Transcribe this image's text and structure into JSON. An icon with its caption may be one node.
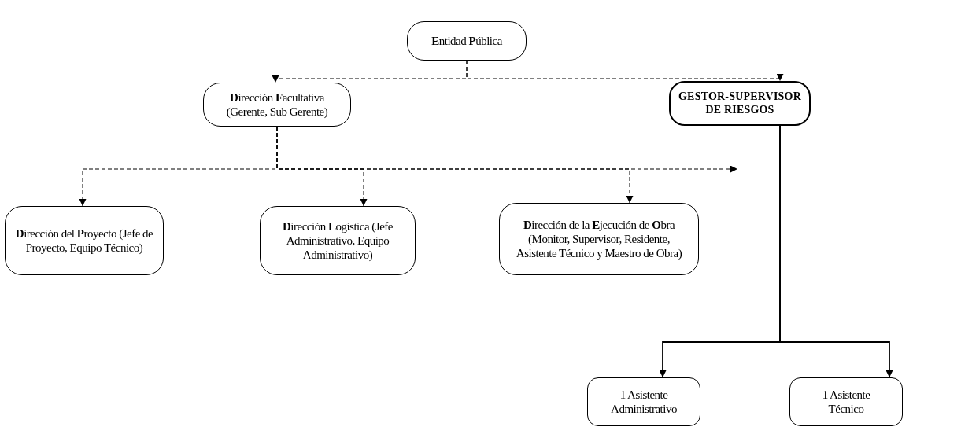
{
  "diagram": {
    "nodes": [
      {
        "text": [
          "**E**ntidad **P**ública"
        ]
      },
      {
        "text": [
          "**D**irección **F**acultativa (Gerente, Sub Gerente)"
        ]
      },
      {
        "text": [
          "GESTOR-SUPERVISOR DE RIESGOS"
        ]
      },
      {
        "text": [
          "**D**irección del **P**royecto (Jefe de Proyecto, Equipo Técnico)"
        ]
      },
      {
        "text": [
          "**D**irección **L**ogistica (Jefe Administrativo, Equipo Administrativo)"
        ]
      },
      {
        "text": [
          "**D**irección de la **E**jecución de **O**bra (Monitor, Supervisor, Residente, Asistente Técnico y Maestro de Obra)"
        ]
      },
      {
        "text": [
          "1 Asistente Administrativo"
        ]
      },
      {
        "text": [
          "1 Asistente Técnico"
        ]
      }
    ],
    "edges": [
      {
        "from": 0,
        "to": 1,
        "arrow": "to",
        "style": "dashed"
      },
      {
        "from": 0,
        "to": 2,
        "arrow": "to",
        "style": "dashed"
      },
      {
        "from": 1,
        "to": 3,
        "arrow": "to",
        "style": "dashed"
      },
      {
        "from": 1,
        "to": 4,
        "arrow": "to",
        "style": "dashed"
      },
      {
        "from": 1,
        "to": 5,
        "arrow": "to",
        "style": "dashed"
      },
      {
        "from": 1,
        "to": 2,
        "arrow": "to",
        "style": "dashed"
      },
      {
        "from": 2,
        "to": 6,
        "arrow": "to"
      },
      {
        "from": 2,
        "to": 7,
        "arrow": "to"
      }
    ]
  }
}
